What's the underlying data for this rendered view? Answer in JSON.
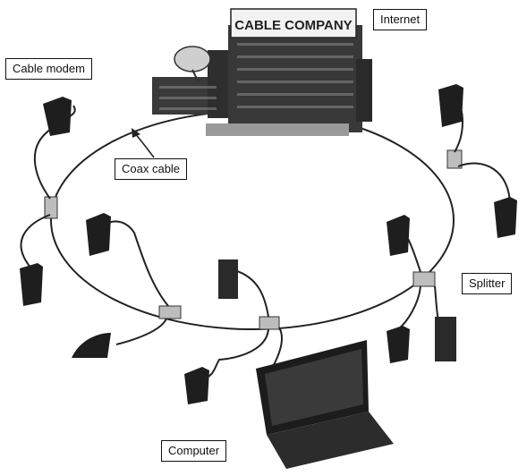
{
  "labels": {
    "internet": "Internet",
    "cable_modem": "Cable modem",
    "coax_cable": "Coax cable",
    "splitter": "Splitter",
    "computer": "Computer"
  },
  "building_sign": "CABLE COMPANY",
  "colors": {
    "line": "#222222",
    "device": "#1e1e1e",
    "building": "#3a3a3a",
    "splitter": "#bdbdbd"
  }
}
